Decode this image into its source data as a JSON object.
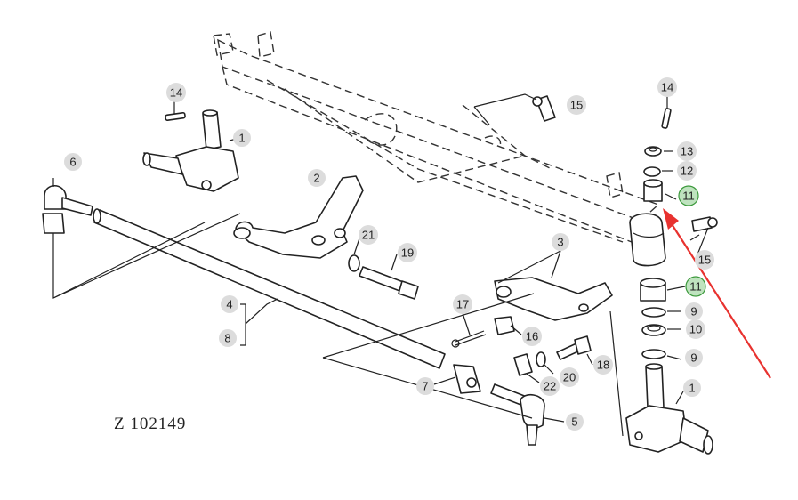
{
  "drawing_code": "Z 102149",
  "highlight_color": "#bfe3bf",
  "arrow_color": "#e8322f",
  "callouts": [
    {
      "id": "c14a",
      "label": "14",
      "highlighted": false
    },
    {
      "id": "c1a",
      "label": "1",
      "highlighted": false
    },
    {
      "id": "c15a",
      "label": "15",
      "highlighted": false
    },
    {
      "id": "c14b",
      "label": "14",
      "highlighted": false
    },
    {
      "id": "c13",
      "label": "13",
      "highlighted": false
    },
    {
      "id": "c12",
      "label": "12",
      "highlighted": false
    },
    {
      "id": "c11a",
      "label": "11",
      "highlighted": true
    },
    {
      "id": "c2",
      "label": "2",
      "highlighted": false
    },
    {
      "id": "c6",
      "label": "6",
      "highlighted": false
    },
    {
      "id": "c21",
      "label": "21",
      "highlighted": false
    },
    {
      "id": "c19",
      "label": "19",
      "highlighted": false
    },
    {
      "id": "c15b",
      "label": "15",
      "highlighted": false
    },
    {
      "id": "c3",
      "label": "3",
      "highlighted": false
    },
    {
      "id": "c11b",
      "label": "11",
      "highlighted": true
    },
    {
      "id": "c17",
      "label": "17",
      "highlighted": false
    },
    {
      "id": "c4",
      "label": "4",
      "highlighted": false
    },
    {
      "id": "c8",
      "label": "8",
      "highlighted": false
    },
    {
      "id": "c16",
      "label": "16",
      "highlighted": false
    },
    {
      "id": "c9a",
      "label": "9",
      "highlighted": false
    },
    {
      "id": "c10",
      "label": "10",
      "highlighted": false
    },
    {
      "id": "c9b",
      "label": "9",
      "highlighted": false
    },
    {
      "id": "c18",
      "label": "18",
      "highlighted": false
    },
    {
      "id": "c20",
      "label": "20",
      "highlighted": false
    },
    {
      "id": "c22",
      "label": "22",
      "highlighted": false
    },
    {
      "id": "c7",
      "label": "7",
      "highlighted": false
    },
    {
      "id": "c1b",
      "label": "1",
      "highlighted": false
    },
    {
      "id": "c5",
      "label": "5",
      "highlighted": false
    }
  ]
}
